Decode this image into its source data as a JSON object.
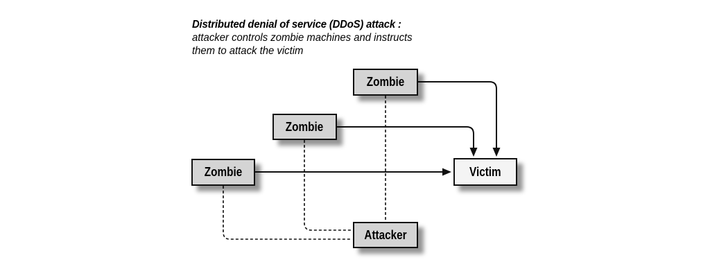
{
  "caption": {
    "line1": "Distributed denial of service (DDoS) attack :",
    "line2": "attacker controls zombie machines and instructs",
    "line3": "them to attack the victim"
  },
  "nodes": {
    "zombie_top": {
      "label": "Zombie"
    },
    "zombie_middle": {
      "label": "Zombie"
    },
    "zombie_left": {
      "label": "Zombie"
    },
    "victim": {
      "label": "Victim"
    },
    "attacker": {
      "label": "Attacker"
    }
  },
  "edges": [
    {
      "from": "Zombie (top)",
      "to": "Victim",
      "type": "attack",
      "style": "solid-arrow"
    },
    {
      "from": "Zombie (middle)",
      "to": "Victim",
      "type": "attack",
      "style": "solid-arrow"
    },
    {
      "from": "Zombie (left)",
      "to": "Victim",
      "type": "attack",
      "style": "solid-arrow"
    },
    {
      "from": "Attacker",
      "to": "Zombie (top)",
      "type": "control",
      "style": "dashed"
    },
    {
      "from": "Attacker",
      "to": "Zombie (middle)",
      "type": "control",
      "style": "dashed"
    },
    {
      "from": "Attacker",
      "to": "Zombie (left)",
      "type": "control",
      "style": "dashed"
    }
  ],
  "colors": {
    "background": "#ffffff",
    "node_fill": "#d4d4d4",
    "victim_fill": "#f4f4f4",
    "node_border": "#111111",
    "connector": "#111111",
    "shadow_rgba": "rgba(0,0,0,0.42)",
    "text": "#000000"
  }
}
